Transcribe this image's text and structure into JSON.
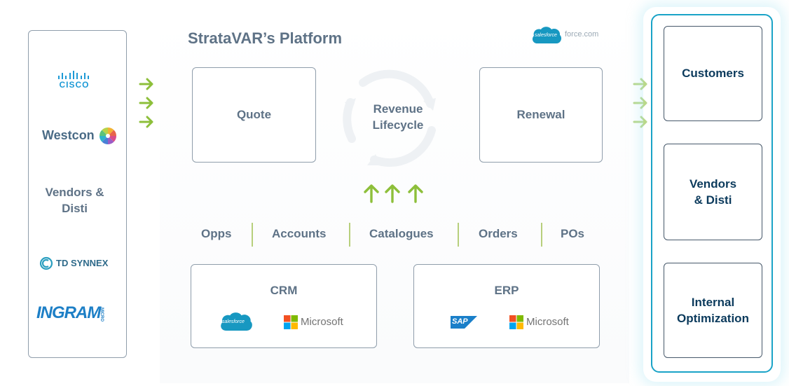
{
  "left_panel": {
    "logos": {
      "cisco": "cisco",
      "westcon": "Westcon",
      "td_synnex": "TD SYNNEX",
      "ingram": "INGRAM",
      "ingram_micro": "MICRO"
    },
    "label_line1": "Vendors &",
    "label_line2": "Disti"
  },
  "platform": {
    "title": "StrataVAR’s Platform",
    "salesforce_badge": "salesforce",
    "salesforce_site": "force.com",
    "quote": "Quote",
    "lifecycle_line1": "Revenue",
    "lifecycle_line2": "Lifecycle",
    "renewal": "Renewal",
    "data_items": [
      "Opps",
      "Accounts",
      "Catalogues",
      "Orders",
      "POs"
    ],
    "crm": {
      "title": "CRM",
      "logo1": "salesforce",
      "logo2": "Microsoft"
    },
    "erp": {
      "title": "ERP",
      "logo1": "SAP",
      "logo2": "Microsoft"
    }
  },
  "right_panel": {
    "customers": "Customers",
    "vendors_line1": "Vendors",
    "vendors_line2": "& Disti",
    "internal_line1": "Internal",
    "internal_line2": "Optimization"
  },
  "colors": {
    "arrow_green": "#8dbf3a",
    "arrow_green_light": "#b9d88a",
    "title_slate": "#5e7286",
    "navy": "#0b3a5c",
    "panel_border": "#8f9dab",
    "highlight_border": "#1aa3c7",
    "salesforce_blue": "#1798c1",
    "sap_blue": "#1a7fc9"
  }
}
